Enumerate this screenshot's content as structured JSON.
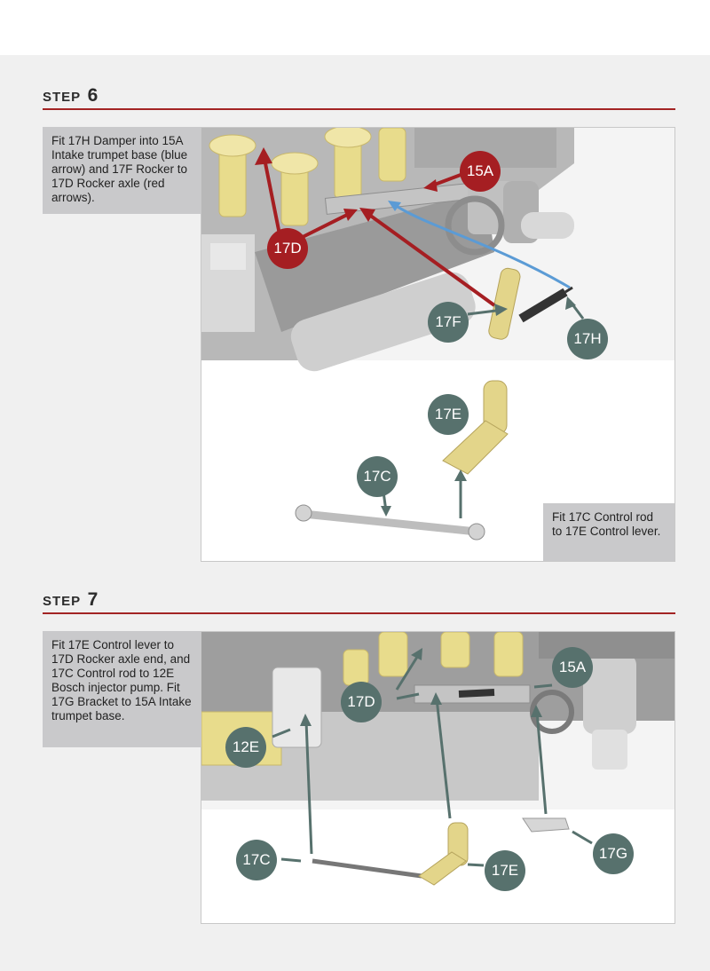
{
  "steps": [
    {
      "word": "STEP",
      "number": "6",
      "instruction_main": "Fit 17H Damper into 15A Intake trumpet base (blue arrow) and 17F Rocker to 17D Rocker axle (red arrows).",
      "instruction_secondary": "Fit 17C Control rod to 17E Control lever.",
      "labels": {
        "l15A": "15A",
        "l17D": "17D",
        "l17F": "17F",
        "l17H": "17H",
        "l17E": "17E",
        "l17C": "17C"
      }
    },
    {
      "word": "STEP",
      "number": "7",
      "instruction_main": "Fit 17E Control lever to 17D Rocker axle end, and 17C Control rod to 12E Bosch injector pump. Fit 17G Bracket to 15A Intake trumpet base.",
      "labels": {
        "l15A": "15A",
        "l17D": "17D",
        "l12E": "12E",
        "l17C": "17C",
        "l17E": "17E",
        "l17G": "17G"
      }
    }
  ],
  "colors": {
    "accent_red": "#a51e22",
    "label_green": "#57716d",
    "arrow_blue": "#5b9bd5",
    "note_bg": "#c9c9cb",
    "part_yellow": "#e8dc8c"
  }
}
